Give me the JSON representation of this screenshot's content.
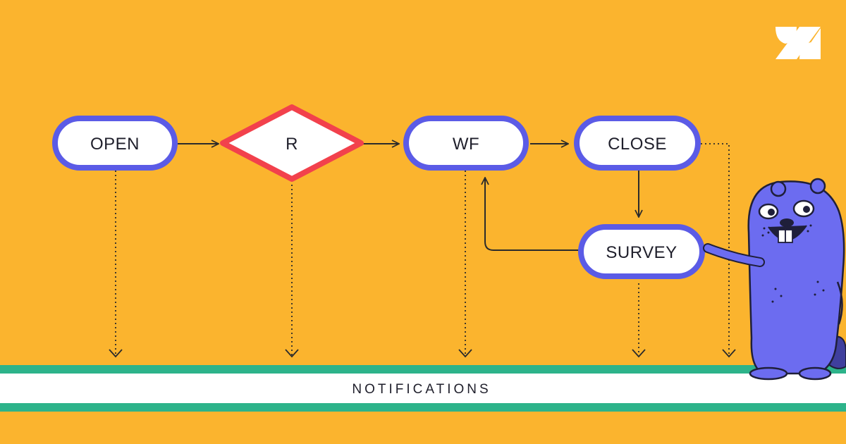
{
  "colors": {
    "background": "#FBB42E",
    "node_fill": "#FFFFFF",
    "node_border": "#5B5BE6",
    "decision_border": "#F2414C",
    "connector": "#2B2B2B",
    "band_green": "#2DB38A",
    "band_fill": "#FFFFFF",
    "mascot": "#6C6CF0"
  },
  "nodes": {
    "open": "OPEN",
    "decision": "R",
    "wf": "WF",
    "close": "CLOSE",
    "survey": "SURVEY"
  },
  "notifications_label": "NOTIFICATIONS",
  "logo_icon": "zendesk-logo-icon",
  "mascot_icon": "beaver-mascot-icon"
}
